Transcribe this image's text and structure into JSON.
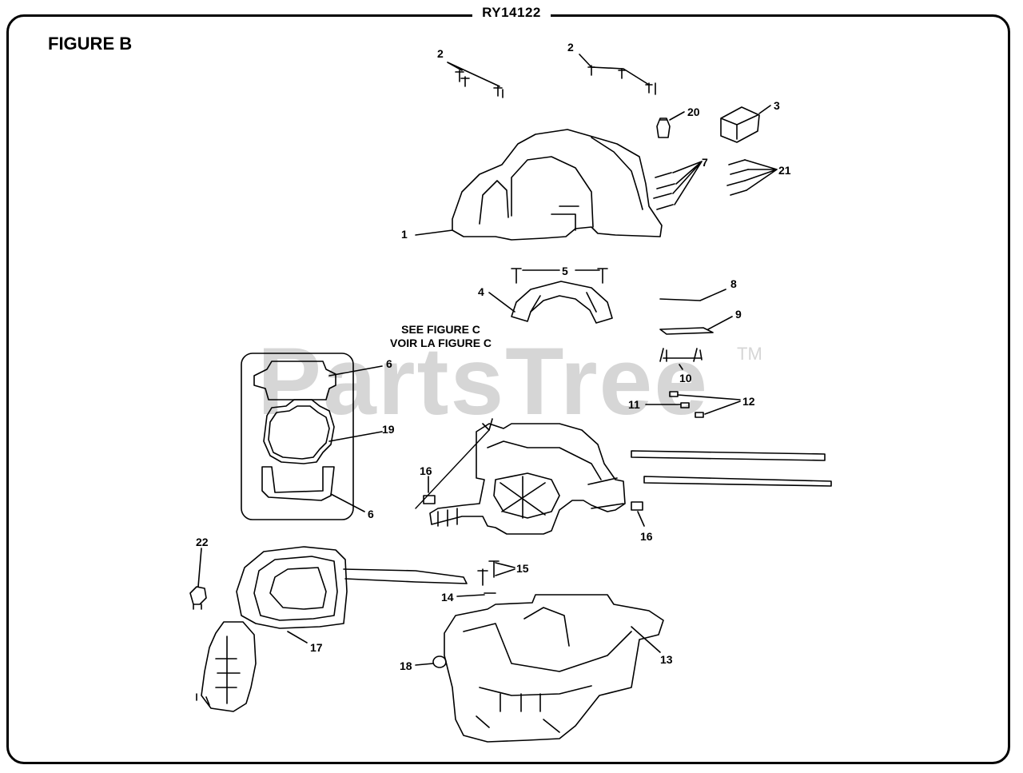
{
  "model_number": "RY14122",
  "figure_title": "FIGURE B",
  "watermark": {
    "text": "PartsTree",
    "trademark": "TM"
  },
  "note": {
    "line1": "SEE FIGURE C",
    "line2": "VOIR LA FIGURE C"
  },
  "callouts": {
    "c1": "1",
    "c2a": "2",
    "c2b": "2",
    "c3": "3",
    "c4": "4",
    "c5": "5",
    "c6a": "6",
    "c6b": "6",
    "c7": "7",
    "c8": "8",
    "c9": "9",
    "c10": "10",
    "c11": "11",
    "c12": "12",
    "c13": "13",
    "c14": "14",
    "c15": "15",
    "c16a": "16",
    "c16b": "16",
    "c17": "17",
    "c18": "18",
    "c19": "19",
    "c20": "20",
    "c21": "21",
    "c22": "22"
  }
}
